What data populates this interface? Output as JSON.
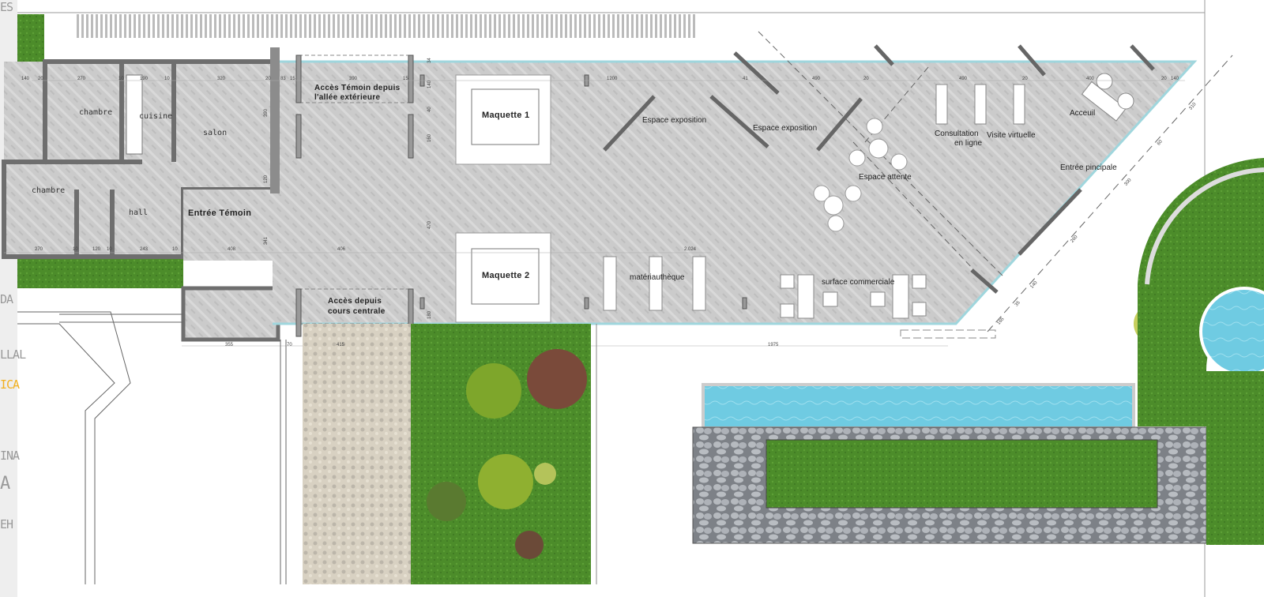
{
  "rooms": {
    "chambre_1": "chambre",
    "cuisine": "cuisine",
    "salon": "salon",
    "chambre_2": "chambre",
    "hall": "hall"
  },
  "labels": {
    "entree_temoin": "Entrée Témoin",
    "acces_allee_line1": "Accès Témoin depuis",
    "acces_allee_line2": "l'allée extérieure",
    "acces_cours_line1": "Accès depuis",
    "acces_cours_line2": "cours centrale",
    "maquette_1": "Maquette 1",
    "maquette_2": "Maquette 2",
    "espace_exposition_1": "Espace exposition",
    "espace_exposition_2": "Espace exposition",
    "espace_attente": "Espace attente",
    "consultation_line1": "Consultation",
    "consultation_line2": "en ligne",
    "visite_virtuelle": "Visite virtuelle",
    "acceuil": "Acceuil",
    "entree_principale": "Entrée pincipale",
    "materiautheque": "matériauthèque",
    "surface_commerciale": "surface commerciale"
  },
  "dimensions": {
    "top_row": [
      "140",
      "20",
      "270",
      "10",
      "190",
      "10",
      "320",
      "20",
      "83",
      "15",
      "390",
      "15",
      "1200",
      "41",
      "490",
      "20",
      "490",
      "20",
      "400",
      "20",
      "140"
    ],
    "bottom_row": [
      "270",
      "10",
      "120",
      "10",
      "243",
      "10",
      "408",
      "406",
      "2.024"
    ],
    "vertical": [
      "34",
      "140",
      "40",
      "160",
      "470",
      "180",
      "390",
      "120",
      "341"
    ],
    "diagonal": [
      "310",
      "60",
      "300",
      "260",
      "140",
      "35",
      "165"
    ],
    "below_plan": [
      "355",
      "70",
      "415",
      "1975"
    ]
  },
  "side_fragments": [
    "LLAL",
    "ICA",
    "INA",
    "A",
    "EH",
    "DA",
    "ES"
  ],
  "colors": {
    "floor": "#c9c9c9",
    "wall": "#8c8c8c",
    "glass": "#9fd6dd",
    "grass": "#4f8f2a",
    "water": "#6cc9e0",
    "stone": "#a9adb3",
    "gravel": "#d6cfc0",
    "accent": "#f2b01e"
  }
}
